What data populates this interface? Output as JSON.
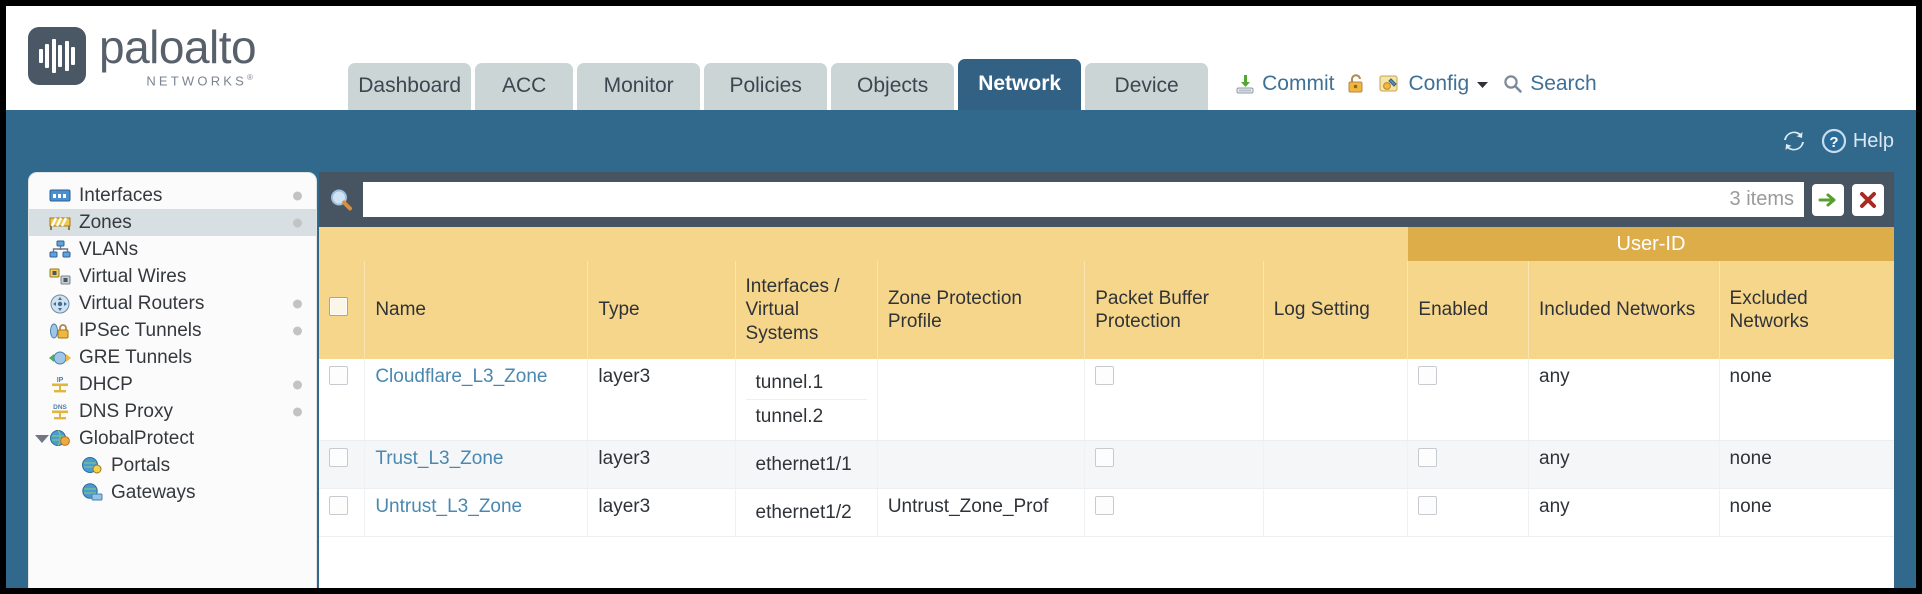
{
  "brand": {
    "name": "paloalto",
    "sub": "NETWORKS",
    "sub_mark": "®"
  },
  "nav_tabs": [
    {
      "label": "Dashboard",
      "active": false
    },
    {
      "label": "ACC",
      "active": false
    },
    {
      "label": "Monitor",
      "active": false
    },
    {
      "label": "Policies",
      "active": false
    },
    {
      "label": "Objects",
      "active": false
    },
    {
      "label": "Network",
      "active": true
    },
    {
      "label": "Device",
      "active": false
    }
  ],
  "header_actions": {
    "commit": "Commit",
    "config": "Config",
    "search": "Search",
    "lock_icon": "lock-icon",
    "commit_icon": "commit-download-icon",
    "config_icon": "config-wrench-icon",
    "search_icon": "search-icon",
    "caret_icon": "chevron-down-icon"
  },
  "bluebar": {
    "refresh_icon": "refresh-icon",
    "help": "Help",
    "help_icon": "help-question-icon"
  },
  "sidebar": {
    "items": [
      {
        "label": "Interfaces",
        "icon": "interfaces-icon",
        "dot": true,
        "selected": false,
        "child": false,
        "caret": false
      },
      {
        "label": "Zones",
        "icon": "zones-icon",
        "dot": true,
        "selected": true,
        "child": false,
        "caret": false
      },
      {
        "label": "VLANs",
        "icon": "vlans-icon",
        "dot": false,
        "selected": false,
        "child": false,
        "caret": false
      },
      {
        "label": "Virtual Wires",
        "icon": "virtual-wires-icon",
        "dot": false,
        "selected": false,
        "child": false,
        "caret": false
      },
      {
        "label": "Virtual Routers",
        "icon": "virtual-routers-icon",
        "dot": true,
        "selected": false,
        "child": false,
        "caret": false
      },
      {
        "label": "IPSec Tunnels",
        "icon": "ipsec-tunnels-icon",
        "dot": true,
        "selected": false,
        "child": false,
        "caret": false
      },
      {
        "label": "GRE Tunnels",
        "icon": "gre-tunnels-icon",
        "dot": false,
        "selected": false,
        "child": false,
        "caret": false
      },
      {
        "label": "DHCP",
        "icon": "dhcp-icon",
        "dot": true,
        "selected": false,
        "child": false,
        "caret": false
      },
      {
        "label": "DNS Proxy",
        "icon": "dns-proxy-icon",
        "dot": true,
        "selected": false,
        "child": false,
        "caret": false
      },
      {
        "label": "GlobalProtect",
        "icon": "globalprotect-icon",
        "dot": false,
        "selected": false,
        "child": false,
        "caret": true
      },
      {
        "label": "Portals",
        "icon": "portals-icon",
        "dot": false,
        "selected": false,
        "child": true,
        "caret": false
      },
      {
        "label": "Gateways",
        "icon": "gateways-icon",
        "dot": false,
        "selected": false,
        "child": true,
        "caret": false
      }
    ]
  },
  "filterbar": {
    "search_icon": "search-icon",
    "value": "",
    "placeholder": "",
    "item_count": "3 items",
    "apply_icon": "apply-arrow-icon",
    "clear_icon": "clear-x-icon"
  },
  "table": {
    "group_header": "User-ID",
    "columns": [
      "Name",
      "Type",
      "Interfaces / Virtual Systems",
      "Zone Protection Profile",
      "Packet Buffer Protection",
      "Log Setting",
      "Enabled",
      "Included Networks",
      "Excluded Networks"
    ],
    "rows": [
      {
        "name": "Cloudflare_L3_Zone",
        "type": "layer3",
        "interfaces": [
          "tunnel.1",
          "tunnel.2"
        ],
        "zone_protection_profile": "",
        "packet_buffer_protection": false,
        "log_setting": "",
        "userid_enabled": false,
        "included_networks": "any",
        "excluded_networks": "none"
      },
      {
        "name": "Trust_L3_Zone",
        "type": "layer3",
        "interfaces": [
          "ethernet1/1"
        ],
        "zone_protection_profile": "",
        "packet_buffer_protection": false,
        "log_setting": "",
        "userid_enabled": false,
        "included_networks": "any",
        "excluded_networks": "none"
      },
      {
        "name": "Untrust_L3_Zone",
        "type": "layer3",
        "interfaces": [
          "ethernet1/2"
        ],
        "zone_protection_profile": "Untrust_Zone_Prof",
        "packet_buffer_protection": false,
        "log_setting": "",
        "userid_enabled": false,
        "included_networks": "any",
        "excluded_networks": "none"
      }
    ]
  },
  "colors": {
    "accent_blue": "#30698c",
    "tab_active": "#326184",
    "header_gold": "#f6d68b",
    "group_gold": "#ddad49",
    "link_blue": "#4a88b0",
    "panel_slate": "#465561"
  }
}
